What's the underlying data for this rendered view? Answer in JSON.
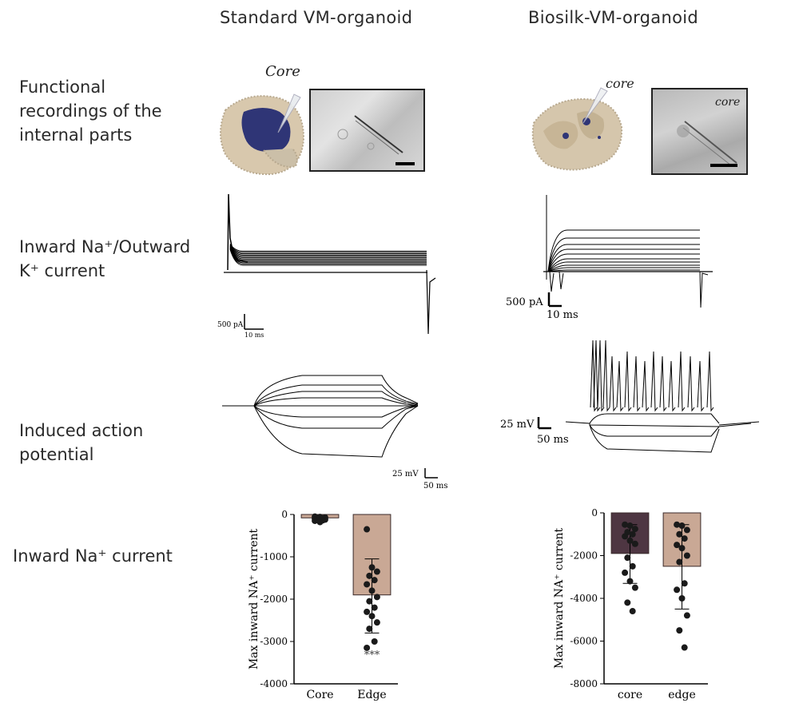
{
  "columns": {
    "left_title": "Standard VM-organoid",
    "right_title": "Biosilk-VM-organoid"
  },
  "rows": {
    "functional_recordings": "Functional recordings of the internal parts",
    "inward_outward_current_line1": "Inward Na⁺/Outward",
    "inward_outward_current_line2": "K⁺ current",
    "induced_action_potential_line1": "Induced action",
    "induced_action_potential_line2": "potential",
    "inward_na_current": "Inward Na⁺ current"
  },
  "annotations": {
    "left_core": "Core",
    "right_core_3d": "core",
    "right_core_micro": "core",
    "left_scale_current_pa": "500 pA",
    "left_scale_current_ms": "10 ms",
    "right_scale_current_pa": "500 pA",
    "right_scale_current_ms": "10 ms",
    "left_scale_ap_mv": "25 mV",
    "left_scale_ap_ms": "50 ms",
    "right_scale_ap_mv": "25 mV",
    "right_scale_ap_ms": "50 ms"
  },
  "chart_data": [
    {
      "type": "bar",
      "ylabel": "Max inward NA⁺ current",
      "categories": [
        "Core",
        "Edge"
      ],
      "values": [
        -80,
        -1900
      ],
      "error_bars": [
        [
          -80,
          -80
        ],
        [
          -2800,
          -1050
        ]
      ],
      "points": [
        [
          -50,
          -60,
          -70,
          -80,
          -90,
          -100,
          -110,
          -120,
          -130,
          -140,
          -150,
          -180
        ],
        [
          -350,
          -1250,
          -1350,
          -1450,
          -1550,
          -1650,
          -1800,
          -1950,
          -2050,
          -2200,
          -2300,
          -2400,
          -2550,
          -2700,
          -3000,
          -3150
        ]
      ],
      "ylim": [
        -4000,
        0
      ],
      "yticks": [
        0,
        -1000,
        -2000,
        -3000,
        -4000
      ],
      "annotation": "***",
      "bar_colors": [
        "#c9a895",
        "#c9a895"
      ]
    },
    {
      "type": "bar",
      "ylabel": "Max inward NA⁺ current",
      "categories": [
        "core",
        "edge"
      ],
      "values": [
        -1900,
        -2500
      ],
      "error_bars": [
        [
          -3300,
          -550
        ],
        [
          -4500,
          -550
        ]
      ],
      "points": [
        [
          -550,
          -600,
          -750,
          -900,
          -1000,
          -1100,
          -1300,
          -1450,
          -2100,
          -2500,
          -2800,
          -3200,
          -3500,
          -4200,
          -4600
        ],
        [
          -550,
          -600,
          -800,
          -1000,
          -1200,
          -1500,
          -1650,
          -2000,
          -2300,
          -3300,
          -3600,
          -4000,
          -4800,
          -5500,
          -6300
        ]
      ],
      "ylim": [
        -8000,
        0
      ],
      "yticks": [
        0,
        -2000,
        -4000,
        -6000,
        -8000
      ],
      "bar_colors": [
        "#4e3642",
        "#c9a895"
      ]
    }
  ]
}
